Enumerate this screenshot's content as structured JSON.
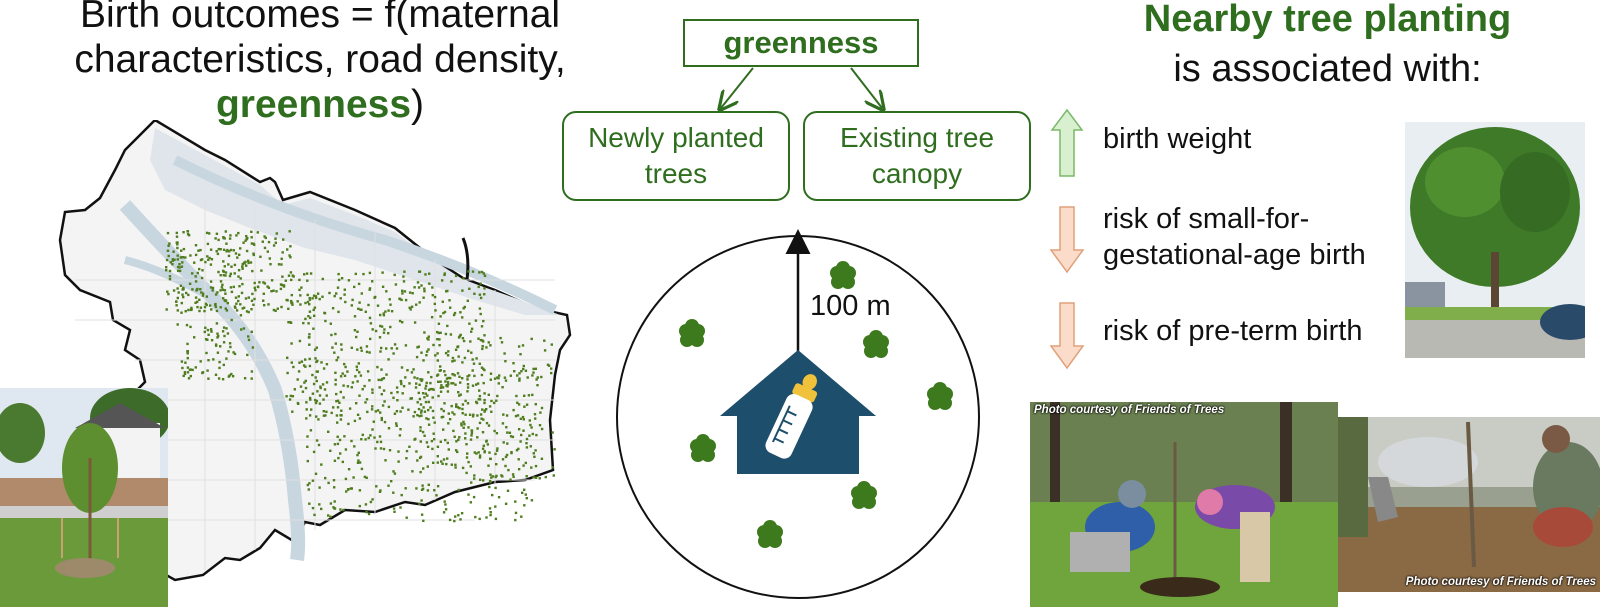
{
  "left": {
    "formula_line1": "Birth outcomes = f(maternal",
    "formula_line2": "characteristics, road density,",
    "formula_green": "greenness",
    "formula_close": ")"
  },
  "middle": {
    "top_box": "greenness",
    "box_newly_line1": "Newly planted",
    "box_newly_line2": "trees",
    "box_canopy_line1": "Existing tree",
    "box_canopy_line2": "canopy",
    "radius_label": "100 m"
  },
  "right": {
    "title_line1": "Nearby tree planting",
    "title_line2": "is associated with:",
    "outcomes": [
      {
        "direction": "up",
        "line1": "birth weight",
        "line2": ""
      },
      {
        "direction": "down",
        "line1": "risk of small-for-",
        "line2": "gestational-age birth"
      },
      {
        "direction": "down",
        "line1": "risk of pre-term birth",
        "line2": ""
      }
    ]
  },
  "photo_captions": {
    "planting_left": "Photo courtesy of Friends of Trees",
    "planting_right": "Photo courtesy of Friends of Trees"
  },
  "colors": {
    "accent_green": "#2f6e1f",
    "tree_green": "#3d7a1e",
    "house_navy": "#1d4e6b",
    "up_arrow_fill": "#d8f0cf",
    "down_arrow_fill": "#fbdccb",
    "river_gray": "#c8d6e0"
  },
  "icons": [
    "up-arrow-icon",
    "down-arrow-icon",
    "house-icon",
    "baby-bottle-icon",
    "tree-icon"
  ]
}
